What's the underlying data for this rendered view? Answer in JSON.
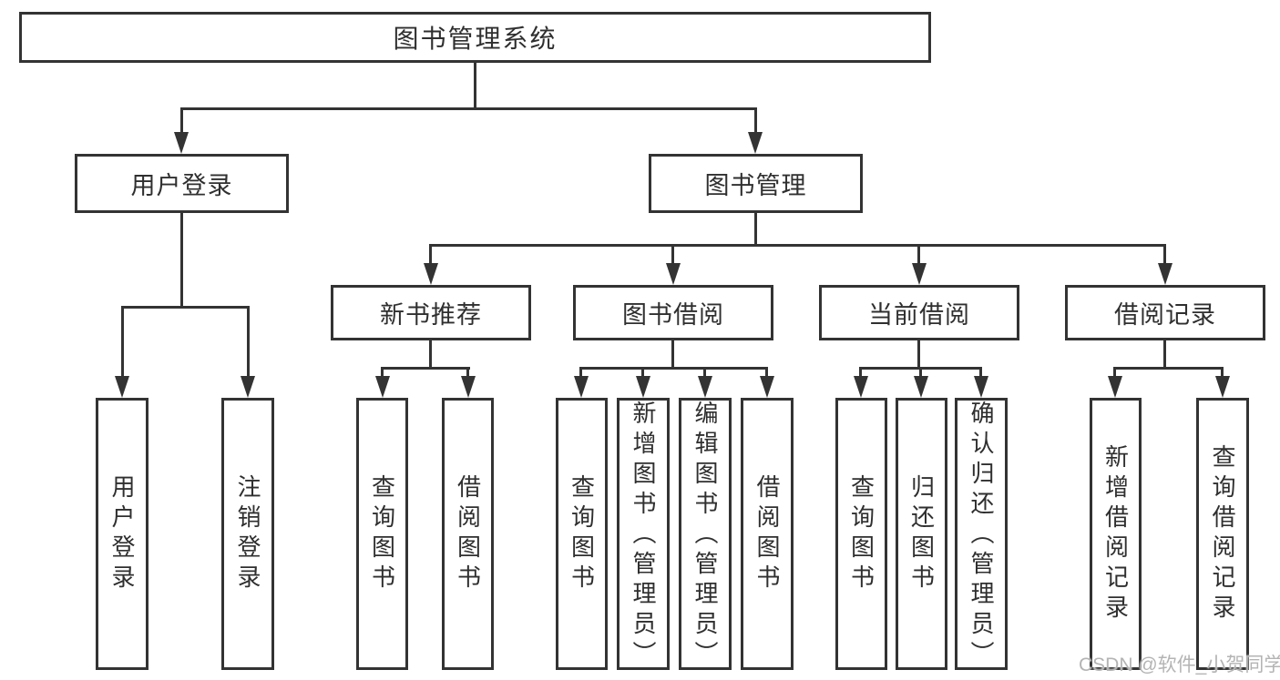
{
  "root": {
    "label": "图书管理系统",
    "children": [
      {
        "label": "用户登录",
        "children": [
          {
            "label": "用户登录"
          },
          {
            "label": "注销登录"
          }
        ]
      },
      {
        "label": "图书管理",
        "children": [
          {
            "label": "新书推荐",
            "children": [
              {
                "label": "查询图书"
              },
              {
                "label": "借阅图书"
              }
            ]
          },
          {
            "label": "图书借阅",
            "children": [
              {
                "label": "查询图书"
              },
              {
                "label": "新增图书（管理员）"
              },
              {
                "label": "编辑图书（管理员）"
              },
              {
                "label": "借阅图书"
              }
            ]
          },
          {
            "label": "当前借阅",
            "children": [
              {
                "label": "查询图书"
              },
              {
                "label": "归还图书"
              },
              {
                "label": "确认归还（管理员）"
              }
            ]
          },
          {
            "label": "借阅记录",
            "children": [
              {
                "label": "新增借阅记录"
              },
              {
                "label": "查询借阅记录"
              }
            ]
          }
        ]
      }
    ]
  },
  "watermark": "CSDN @软件_小贺同学",
  "colors": {
    "line": "#333333",
    "text": "#2f2f2f",
    "watermark": "#b4b4b4",
    "background": "#ffffff"
  }
}
